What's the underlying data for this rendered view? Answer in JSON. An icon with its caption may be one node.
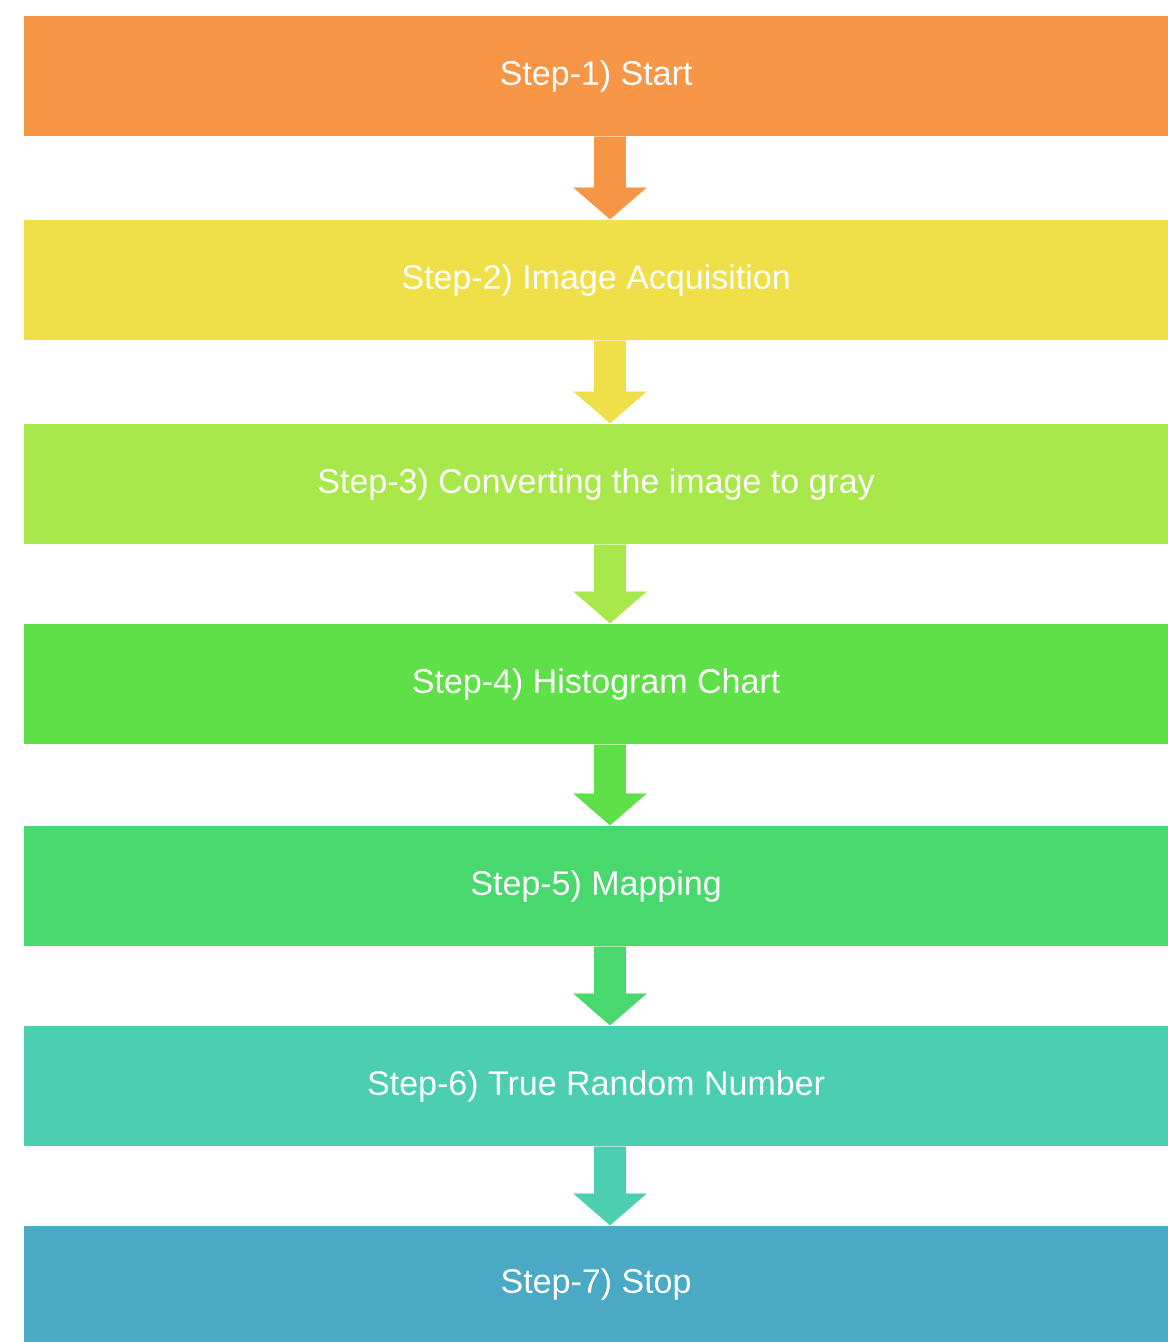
{
  "diagram": {
    "nodes": [
      {
        "text": [
          "Step-1) Start"
        ]
      },
      {
        "text": [
          "Step-2) Image Acquisition"
        ]
      },
      {
        "text": [
          "Step-3) Converting the image to gray"
        ]
      },
      {
        "text": [
          "Step-4) Histogram Chart"
        ]
      },
      {
        "text": [
          "Step-5) Mapping"
        ]
      },
      {
        "text": [
          "Step-6) True Random Number"
        ]
      },
      {
        "text": [
          "Step-7) Stop"
        ]
      }
    ],
    "edges": [
      {
        "from": 0,
        "to": 1,
        "arrow": "to",
        "color": "#f79646"
      },
      {
        "from": 1,
        "to": 2,
        "arrow": "to",
        "color": "#efe04a"
      },
      {
        "from": 2,
        "to": 3,
        "arrow": "to",
        "color": "#a9e84b"
      },
      {
        "from": 3,
        "to": 4,
        "arrow": "to",
        "color": "#5fe048"
      },
      {
        "from": 4,
        "to": 5,
        "arrow": "to",
        "color": "#48d86e"
      },
      {
        "from": 5,
        "to": 6,
        "arrow": "to",
        "color": "#4bcfb0"
      }
    ]
  }
}
